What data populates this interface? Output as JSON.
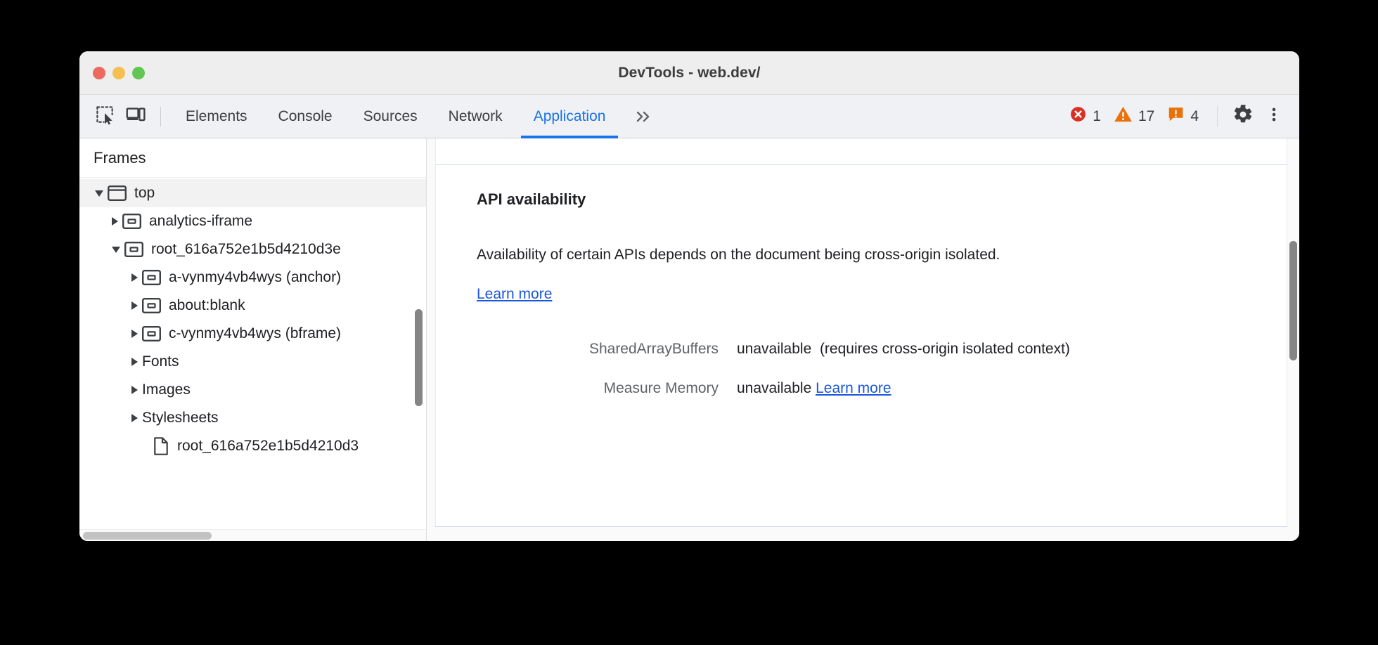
{
  "window": {
    "title": "DevTools - web.dev/",
    "traffic_lights": [
      "close",
      "minimize",
      "maximize"
    ]
  },
  "toolbar": {
    "inspect_icon": "inspect-element-icon",
    "device_icon": "device-toolbar-icon",
    "tabs": [
      {
        "label": "Elements",
        "active": false
      },
      {
        "label": "Console",
        "active": false
      },
      {
        "label": "Sources",
        "active": false
      },
      {
        "label": "Network",
        "active": false
      },
      {
        "label": "Application",
        "active": true
      }
    ],
    "more_tabs_label": "≫",
    "counters": [
      {
        "name": "errors",
        "icon": "error-icon",
        "count": "1",
        "color": "#d93025"
      },
      {
        "name": "warnings",
        "icon": "warning-icon",
        "count": "17",
        "color": "#e8710a"
      },
      {
        "name": "issues",
        "icon": "issue-icon",
        "count": "4",
        "color": "#e8710a"
      }
    ],
    "settings_icon": "gear-icon",
    "menu_icon": "more-vertical-icon"
  },
  "sidebar": {
    "header": "Frames",
    "tree": [
      {
        "label": "top",
        "expanded": true,
        "indent": 0,
        "icon": "frame-window-icon",
        "selected": true
      },
      {
        "label": "analytics-iframe",
        "expanded": false,
        "indent": 1,
        "icon": "iframe-icon",
        "selected": false
      },
      {
        "label": "root_616a752e1b5d4210d3e",
        "expanded": true,
        "indent": 1,
        "icon": "iframe-icon",
        "selected": false
      },
      {
        "label": "a-vynmy4vb4wys (anchor)",
        "expanded": false,
        "indent": 2,
        "icon": "iframe-icon",
        "selected": false
      },
      {
        "label": "about:blank",
        "expanded": false,
        "indent": 2,
        "icon": "iframe-icon",
        "selected": false
      },
      {
        "label": "c-vynmy4vb4wys (bframe)",
        "expanded": false,
        "indent": 2,
        "icon": "iframe-icon",
        "selected": false
      },
      {
        "label": "Fonts",
        "expanded": false,
        "indent": 1.4,
        "icon": "none",
        "selected": false
      },
      {
        "label": "Images",
        "expanded": false,
        "indent": 1.4,
        "icon": "none",
        "selected": false
      },
      {
        "label": "Stylesheets",
        "expanded": false,
        "indent": 1.4,
        "icon": "none",
        "selected": false
      },
      {
        "label": "root_616a752e1b5d4210d3",
        "expanded": false,
        "indent": 2,
        "icon": "document-icon",
        "selected": false
      }
    ]
  },
  "main": {
    "section_title": "API availability",
    "paragraph_before": "Availability of certain APIs depends on the document being cross-origin isolated. ",
    "paragraph_link": "Learn more",
    "rows": [
      {
        "key": "SharedArrayBuffers",
        "value": "unavailable",
        "note": "(requires cross-origin isolated context)",
        "link": ""
      },
      {
        "key": "Measure Memory",
        "value": "unavailable",
        "note": "",
        "link": "Learn more"
      }
    ]
  },
  "colors": {
    "accent": "#1a73e8",
    "link": "#1a56db",
    "error": "#d93025",
    "warning": "#e8710a"
  }
}
